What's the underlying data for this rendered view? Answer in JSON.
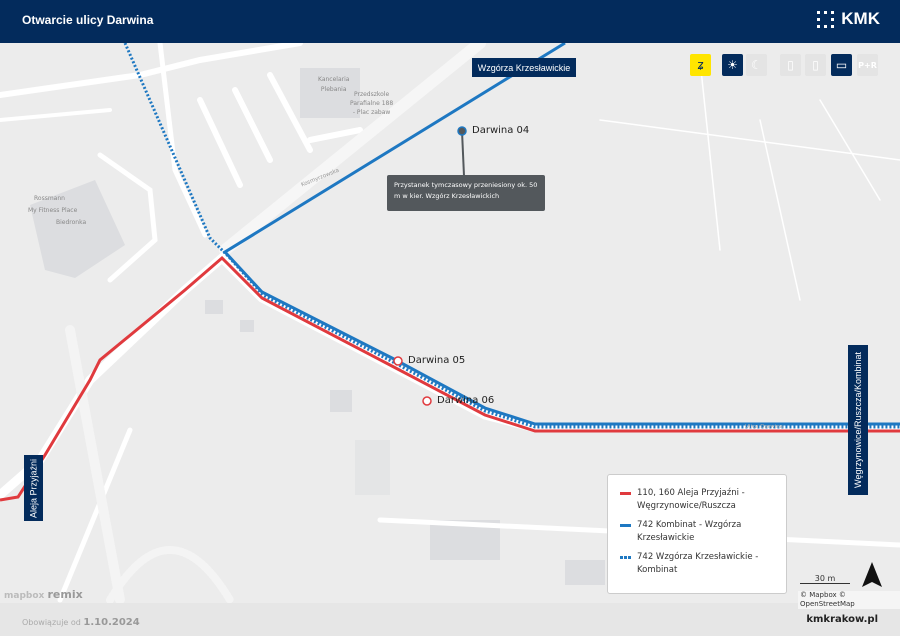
{
  "header": {
    "title": "Otwarcie ulicy Darwina",
    "logo": "KMK",
    "brand_color": "#032b5c",
    "accent_color": "#ffe500"
  },
  "toolbar": {
    "buttons": [
      {
        "icon": "route-icon",
        "active": true
      },
      {
        "icon": "sun-icon",
        "active": true
      },
      {
        "icon": "moon-icon",
        "active": false
      },
      {
        "icon": "tram-icon",
        "active": false
      },
      {
        "icon": "tram-small-icon",
        "active": false
      },
      {
        "icon": "bus-icon",
        "active": true
      },
      {
        "icon": "park-and-ride-icon",
        "label": "P+R",
        "active": false
      }
    ]
  },
  "map": {
    "terminus": {
      "north": "Wzgórza Krzesławickie",
      "west": "Aleja Przyjaźni",
      "east": "Węgrzynowice/Ruszcza/Kombinat"
    },
    "stops": [
      {
        "name": "Darwina 04"
      },
      {
        "name": "Darwina 05"
      },
      {
        "name": "Darwina 06"
      }
    ],
    "tooltip": "Przystanek tymczasowy przeniesiony ok. 50 m w kier. Wzgórz Krzesławickich",
    "pois": [
      "Kancelaria",
      "Plebania",
      "Przedszkole",
      "Parafialne 188",
      "- Plac zabaw",
      "Rossmann",
      "My Fitness Place",
      "Biedronka"
    ],
    "streets": [
      "Kosmyrzowska",
      "Ulica Darwina"
    ],
    "colors": {
      "red": "#e03a3e",
      "blue": "#1e78c2"
    }
  },
  "legend": [
    {
      "label": "110, 160 Aleja Przyjaźni - Węgrzynowice/Ruszcza",
      "style": "solid",
      "color": "#e03a3e"
    },
    {
      "label": "742 Kombinat - Wzgórza Krzesławickie",
      "style": "solid",
      "color": "#1e78c2"
    },
    {
      "label": "742 Wzgórza Krzesławickie - Kombinat",
      "style": "dotted",
      "color": "#1e78c2"
    }
  ],
  "scale": "30 m",
  "attribution": "© Mapbox © OpenStreetMap",
  "brands": {
    "mapbox": "mapbox",
    "remix": "remix"
  },
  "footer": {
    "valid_prefix": "Obowiązuje od",
    "valid_date": "1.10.2024",
    "site": "kmkrakow.pl"
  }
}
